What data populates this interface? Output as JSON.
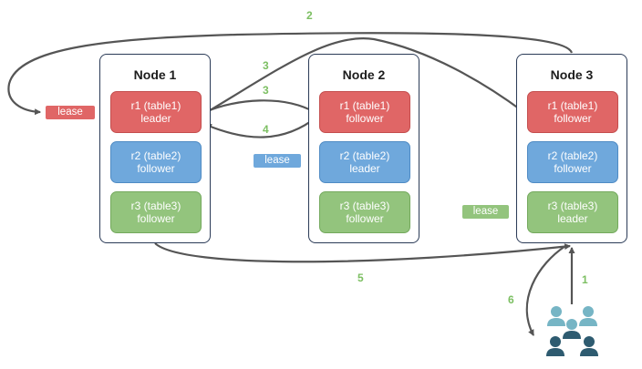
{
  "nodes": [
    {
      "title": "Node 1",
      "replicas": [
        {
          "line1": "r1 (table1)",
          "line2": "leader",
          "color": "red"
        },
        {
          "line1": "r2 (table2)",
          "line2": "follower",
          "color": "blue"
        },
        {
          "line1": "r3 (table3)",
          "line2": "follower",
          "color": "green"
        }
      ]
    },
    {
      "title": "Node 2",
      "replicas": [
        {
          "line1": "r1 (table1)",
          "line2": "follower",
          "color": "red"
        },
        {
          "line1": "r2 (table2)",
          "line2": "leader",
          "color": "blue"
        },
        {
          "line1": "r3 (table3)",
          "line2": "follower",
          "color": "green"
        }
      ]
    },
    {
      "title": "Node 3",
      "replicas": [
        {
          "line1": "r1 (table1)",
          "line2": "follower",
          "color": "red"
        },
        {
          "line1": "r2 (table2)",
          "line2": "follower",
          "color": "blue"
        },
        {
          "line1": "r3 (table3)",
          "line2": "leader",
          "color": "green"
        }
      ]
    }
  ],
  "leases": {
    "red": "lease",
    "blue": "lease",
    "green": "lease"
  },
  "steps": {
    "s1": "1",
    "s2": "2",
    "s3a": "3",
    "s3b": "3",
    "s4": "4",
    "s5": "5",
    "s6": "6"
  },
  "colors": {
    "red": "#e06666",
    "blue": "#6fa8dc",
    "green": "#93c47d",
    "arrow": "#555555",
    "step_label": "#7cbf62",
    "client_light": "#76b5c5",
    "client_dark": "#2e5b70"
  }
}
